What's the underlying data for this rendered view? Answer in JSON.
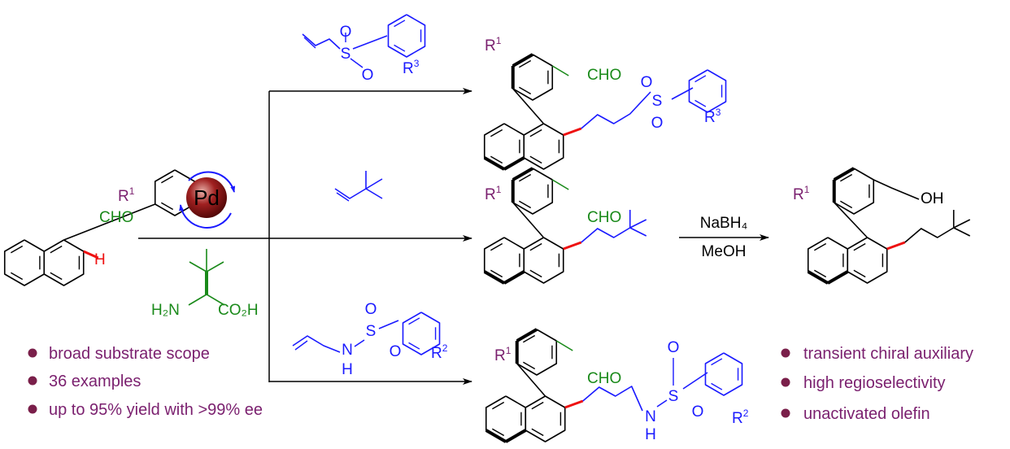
{
  "colors": {
    "blue": "#1a1aff",
    "green": "#1a8a1a",
    "purple": "#7a1f6e",
    "red": "#ee1111",
    "black": "#000000",
    "pd_dark": "#6b0f0f",
    "bullet": "#7a1f4a"
  },
  "substrate": {
    "r_label": "R",
    "r_sup": "1",
    "cho": "CHO",
    "h": "H"
  },
  "catalyst": {
    "metal": "Pd",
    "amine": "H₂N",
    "acid": "CO₂H"
  },
  "reagent_top": {
    "s": "S",
    "o1": "O",
    "o2": "O",
    "r": "R",
    "r_sup": "3"
  },
  "reagent_bottom": {
    "s": "S",
    "o1": "O",
    "o2": "O",
    "n": "N",
    "h": "H",
    "r": "R",
    "r_sup": "2"
  },
  "product_top": {
    "r": "R",
    "r_sup": "1",
    "cho": "CHO",
    "s": "S",
    "o1": "O",
    "o2": "O",
    "r3": "R",
    "r3_sup": "3"
  },
  "product_mid": {
    "r": "R",
    "r_sup": "1",
    "cho": "CHO"
  },
  "product_bottom": {
    "r": "R",
    "r_sup": "1",
    "cho": "CHO",
    "s": "S",
    "o1": "O",
    "o2": "O",
    "n": "N",
    "h": "H",
    "r2": "R",
    "r2_sup": "2"
  },
  "reduction": {
    "reagent": "NaBH₄",
    "solvent": "MeOH"
  },
  "final_product": {
    "r": "R",
    "r_sup": "1",
    "oh": "OH"
  },
  "bullets_left": [
    "broad substrate scope",
    "36 examples",
    "up to 95% yield with >99% ee"
  ],
  "bullets_right": [
    "transient chiral auxiliary",
    "high regioselectivity",
    "unactivated olefin"
  ]
}
